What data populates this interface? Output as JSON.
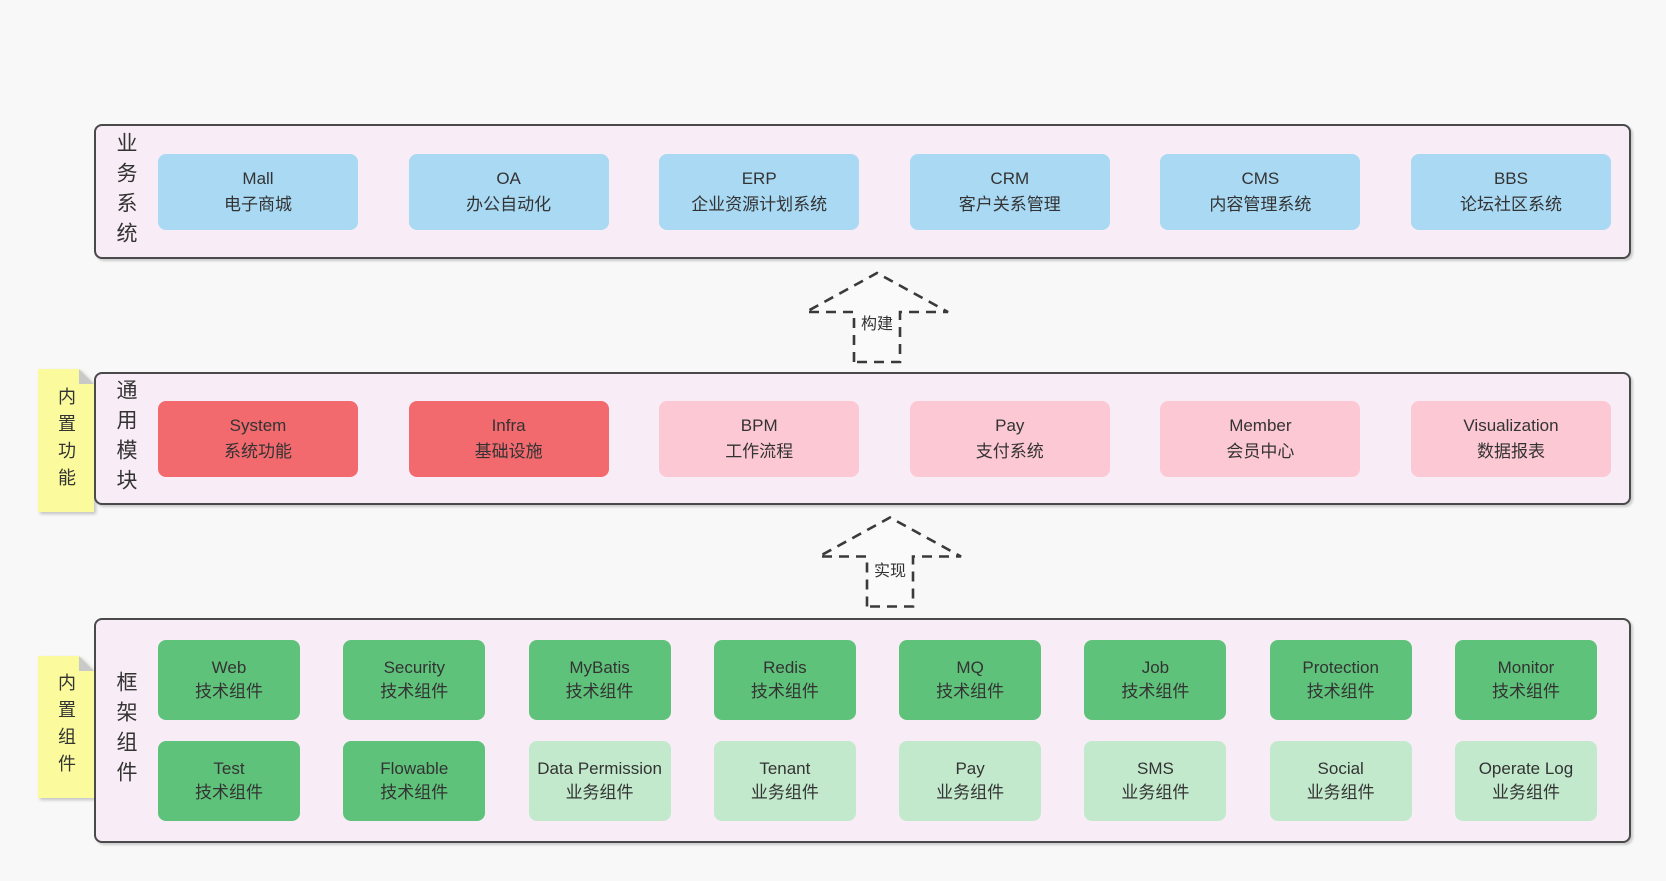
{
  "colors": {
    "page_bg": "#f8f8f8",
    "container_bg": "#f8edf6",
    "container_border": "#4a4a4a",
    "blue": "#a9d9f3",
    "red": "#f2696e",
    "pink": "#fbc8d3",
    "green_dark": "#5fc27a",
    "green_light": "#c2e9cc",
    "sticky_yellow": "#fbfb9d",
    "sticky_fold": "#c9c9c9",
    "text": "#333333",
    "arrow": "#3a3a3a"
  },
  "arrows": [
    {
      "label": "构建"
    },
    {
      "label": "实现"
    }
  ],
  "layers": [
    {
      "label": "业务系统",
      "sticky": null,
      "rows": [
        [
          {
            "en": "Mall",
            "zh": "电子商城",
            "variant": "blue"
          },
          {
            "en": "OA",
            "zh": "办公自动化",
            "variant": "blue"
          },
          {
            "en": "ERP",
            "zh": "企业资源计划系统",
            "variant": "blue"
          },
          {
            "en": "CRM",
            "zh": "客户关系管理",
            "variant": "blue"
          },
          {
            "en": "CMS",
            "zh": "内容管理系统",
            "variant": "blue"
          },
          {
            "en": "BBS",
            "zh": "论坛社区系统",
            "variant": "blue"
          }
        ]
      ]
    },
    {
      "label": "通用模块",
      "sticky": "内置功能",
      "rows": [
        [
          {
            "en": "System",
            "zh": "系统功能",
            "variant": "red"
          },
          {
            "en": "Infra",
            "zh": "基础设施",
            "variant": "red"
          },
          {
            "en": "BPM",
            "zh": "工作流程",
            "variant": "pink"
          },
          {
            "en": "Pay",
            "zh": "支付系统",
            "variant": "pink"
          },
          {
            "en": "Member",
            "zh": "会员中心",
            "variant": "pink"
          },
          {
            "en": "Visualization",
            "zh": "数据报表",
            "variant": "pink"
          }
        ]
      ]
    },
    {
      "label": "框架组件",
      "sticky": "内置组件",
      "rows": [
        [
          {
            "en": "Web",
            "zh": "技术组件",
            "variant": "green"
          },
          {
            "en": "Security",
            "zh": "技术组件",
            "variant": "green"
          },
          {
            "en": "MyBatis",
            "zh": "技术组件",
            "variant": "green"
          },
          {
            "en": "Redis",
            "zh": "技术组件",
            "variant": "green"
          },
          {
            "en": "MQ",
            "zh": "技术组件",
            "variant": "green"
          },
          {
            "en": "Job",
            "zh": "技术组件",
            "variant": "green"
          },
          {
            "en": "Protection",
            "zh": "技术组件",
            "variant": "green"
          },
          {
            "en": "Monitor",
            "zh": "技术组件",
            "variant": "green"
          }
        ],
        [
          {
            "en": "Test",
            "zh": "技术组件",
            "variant": "green"
          },
          {
            "en": "Flowable",
            "zh": "技术组件",
            "variant": "green"
          },
          {
            "en": "Data Permission",
            "zh": "业务组件",
            "variant": "green-light"
          },
          {
            "en": "Tenant",
            "zh": "业务组件",
            "variant": "green-light"
          },
          {
            "en": "Pay",
            "zh": "业务组件",
            "variant": "green-light"
          },
          {
            "en": "SMS",
            "zh": "业务组件",
            "variant": "green-light"
          },
          {
            "en": "Social",
            "zh": "业务组件",
            "variant": "green-light"
          },
          {
            "en": "Operate Log",
            "zh": "业务组件",
            "variant": "green-light"
          }
        ]
      ]
    }
  ]
}
